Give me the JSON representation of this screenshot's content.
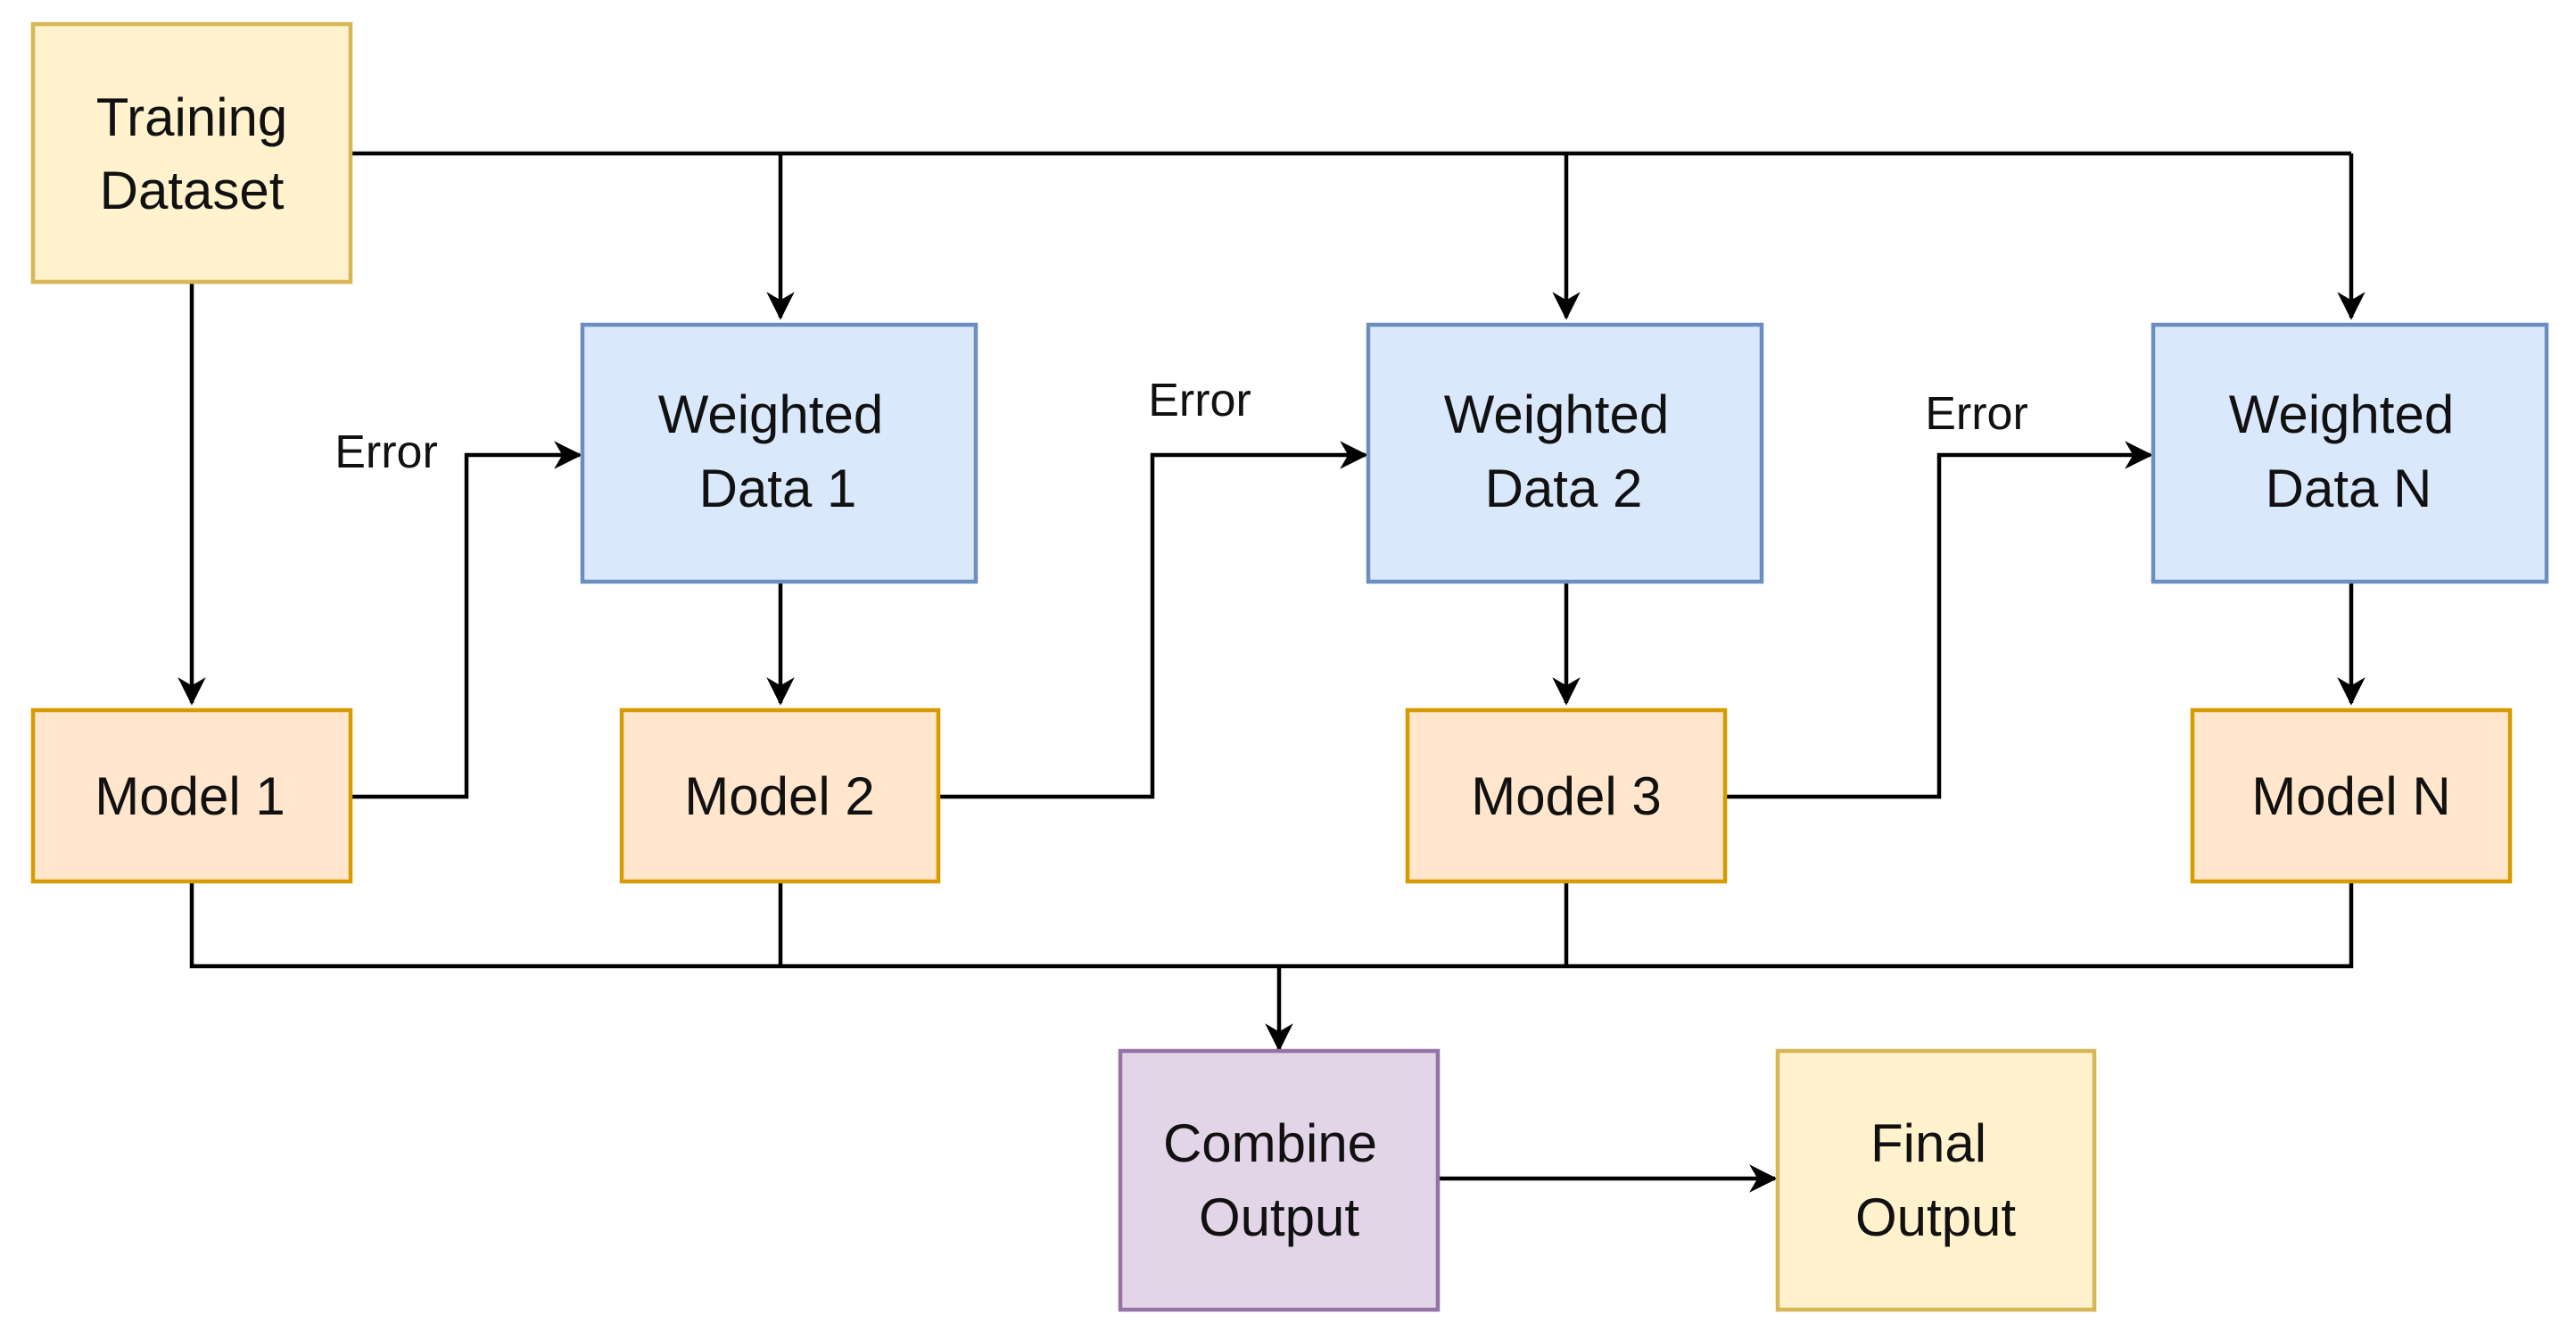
{
  "colors": {
    "training_fill": "#FFF2CC",
    "training_stroke": "#D6B656",
    "weighted_fill": "#DAE8FC",
    "weighted_stroke": "#6C8EBF",
    "model_fill": "#FFE6CC",
    "model_stroke": "#D79B00",
    "combine_fill": "#E1D5E7",
    "combine_stroke": "#9673A6",
    "final_fill": "#FFF2CC",
    "final_stroke": "#D6B656",
    "edge": "#000000"
  },
  "nodes": {
    "training_dataset": {
      "line1": "Training",
      "line2": "Dataset"
    },
    "weighted_data_1": {
      "line1": "Weighted",
      "line2": "Data 1"
    },
    "weighted_data_2": {
      "line1": "Weighted",
      "line2": "Data 2"
    },
    "weighted_data_n": {
      "line1": "Weighted",
      "line2": "Data N"
    },
    "model_1": {
      "label": "Model 1"
    },
    "model_2": {
      "label": "Model 2"
    },
    "model_3": {
      "label": "Model 3"
    },
    "model_n": {
      "label": "Model N"
    },
    "combine_output": {
      "line1": "Combine",
      "line2": "Output"
    },
    "final_output": {
      "line1": "Final",
      "line2": "Output"
    }
  },
  "edge_labels": {
    "error_1": "Error",
    "error_2": "Error",
    "error_3": "Error"
  }
}
